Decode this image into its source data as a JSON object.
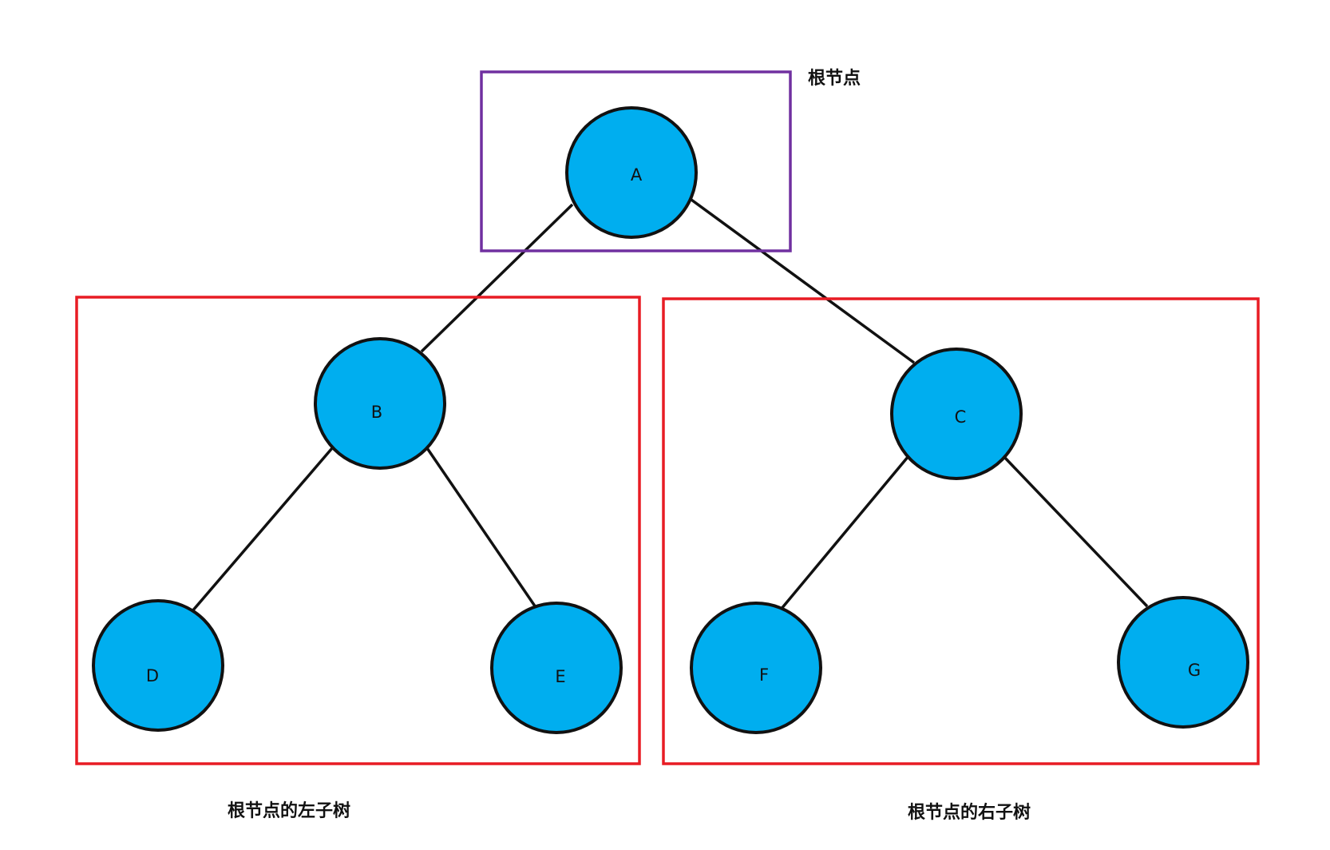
{
  "diagram": {
    "nodes": [
      {
        "id": "A",
        "label": "A"
      },
      {
        "id": "B",
        "label": "B"
      },
      {
        "id": "C",
        "label": "C"
      },
      {
        "id": "D",
        "label": "D"
      },
      {
        "id": "E",
        "label": "E"
      },
      {
        "id": "F",
        "label": "F"
      },
      {
        "id": "G",
        "label": "G"
      }
    ],
    "edges": [
      {
        "from": "A",
        "to": "B"
      },
      {
        "from": "A",
        "to": "C"
      },
      {
        "from": "B",
        "to": "D"
      },
      {
        "from": "B",
        "to": "E"
      },
      {
        "from": "C",
        "to": "F"
      },
      {
        "from": "C",
        "to": "G"
      }
    ],
    "labels": {
      "root": "根节点",
      "left_subtree": "根节点的左子树",
      "right_subtree": "根节点的右子树"
    },
    "colors": {
      "node_fill": "#00AEEF",
      "node_stroke": "#111111",
      "edge": "#111111",
      "root_box": "#7030A0",
      "subtree_box": "#E81C24"
    }
  }
}
